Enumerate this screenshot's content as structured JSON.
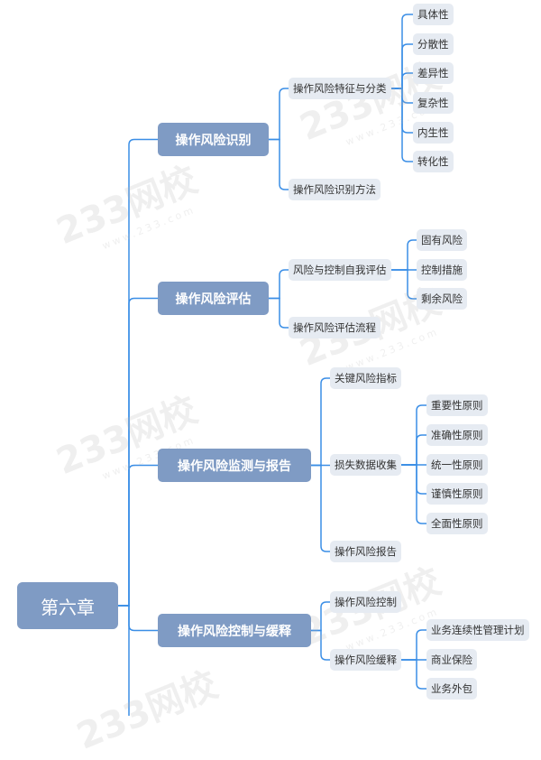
{
  "root": "第六章",
  "watermark": {
    "brand": "233网校",
    "url": "www.233.com"
  },
  "branches": [
    {
      "label": "操作风险识别",
      "children": [
        {
          "label": "操作风险特征与分类",
          "children": [
            "具体性",
            "分散性",
            "差异性",
            "复杂性",
            "内生性",
            "转化性"
          ]
        },
        {
          "label": "操作风险识别方法"
        }
      ]
    },
    {
      "label": "操作风险评估",
      "children": [
        {
          "label": "风险与控制自我评估",
          "children": [
            "固有风险",
            "控制措施",
            "剩余风险"
          ]
        },
        {
          "label": "操作风险评估流程"
        }
      ]
    },
    {
      "label": "操作风险监测与报告",
      "children": [
        {
          "label": "关键风险指标"
        },
        {
          "label": "损失数据收集",
          "children": [
            "重要性原则",
            "准确性原则",
            "统一性原则",
            "谨慎性原则",
            "全面性原则"
          ]
        },
        {
          "label": "操作风险报告"
        }
      ]
    },
    {
      "label": "操作风险控制与缓释",
      "children": [
        {
          "label": "操作风险控制"
        },
        {
          "label": "操作风险缓释",
          "children": [
            "业务连续性管理计划",
            "商业保险",
            "业务外包"
          ]
        }
      ]
    }
  ],
  "colors": {
    "line": "#3a8ee6",
    "l1": "#7f9bc4",
    "leaf": "#e6ebf2"
  }
}
